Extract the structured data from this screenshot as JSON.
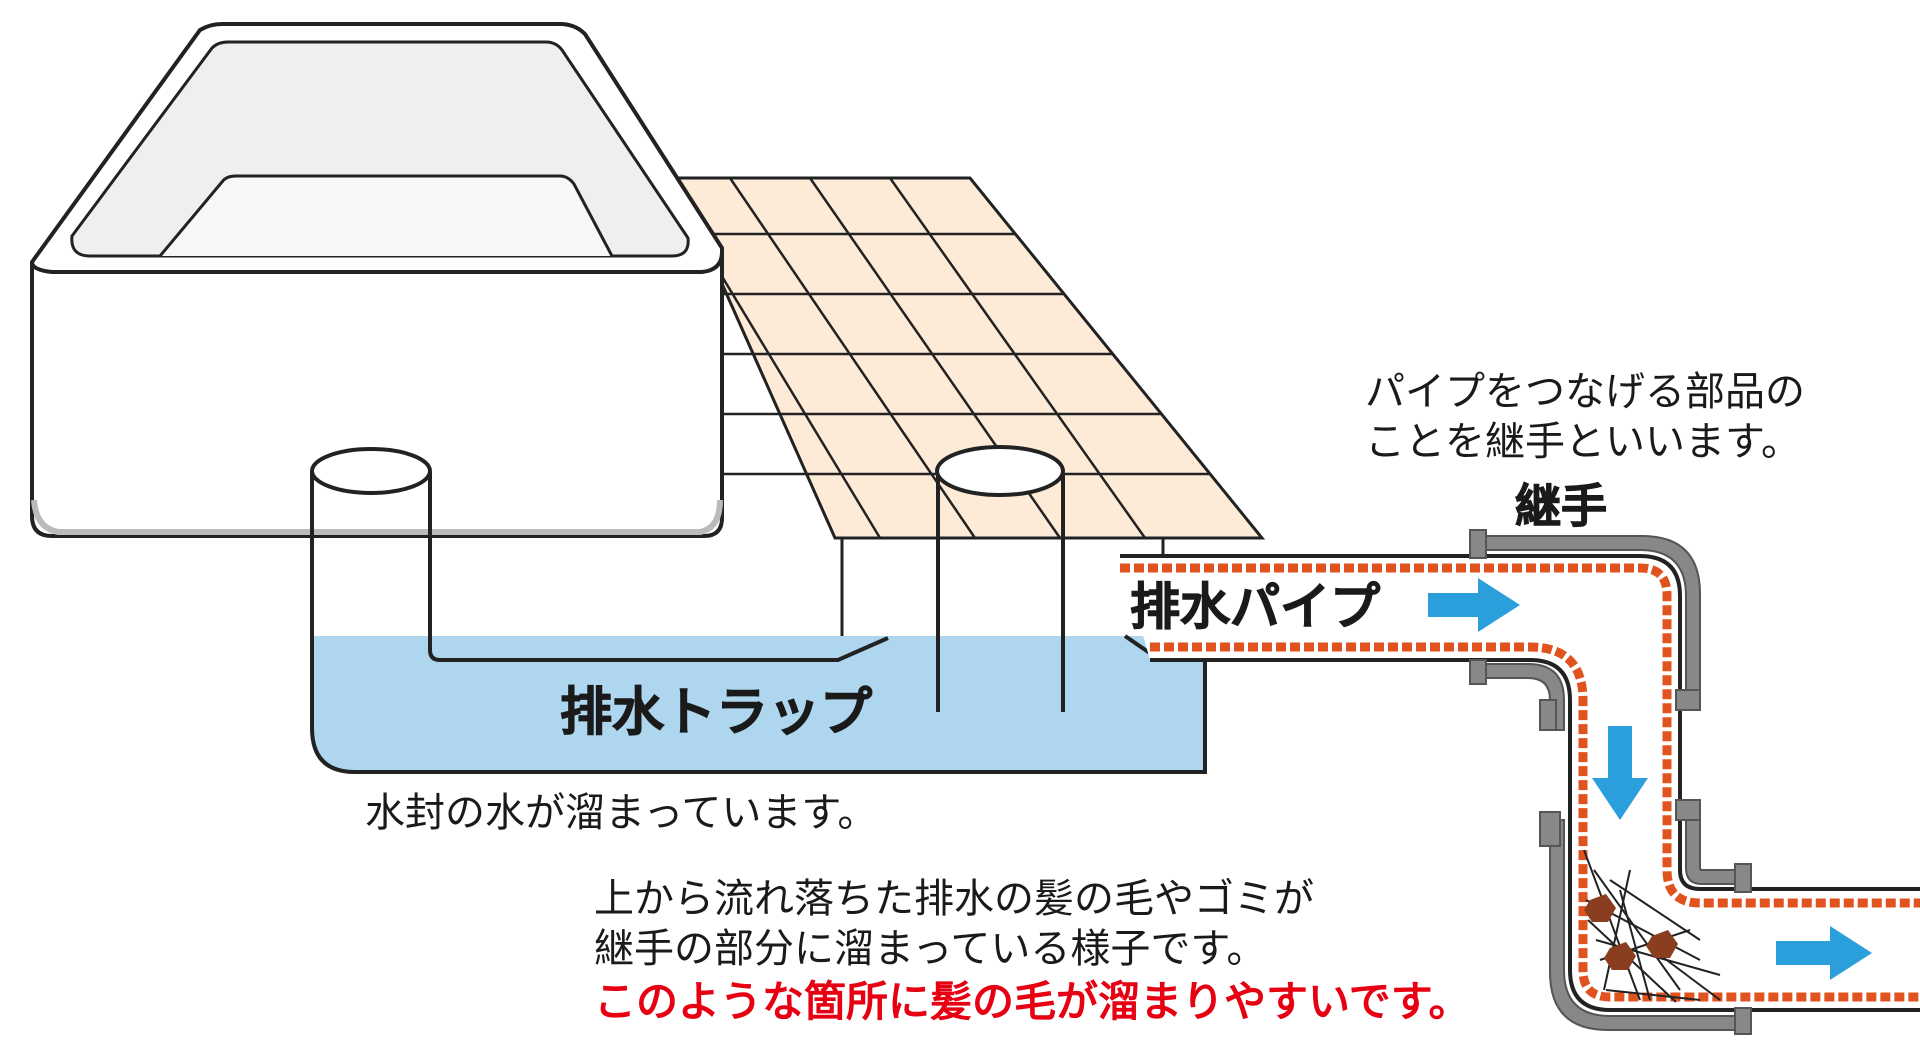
{
  "labels": {
    "trap": "排水トラップ",
    "pipe": "排水パイプ",
    "joint": "継手"
  },
  "notes": {
    "seal_water": "水封の水が溜まっています。",
    "joint_desc_line1": "パイプをつなげる部品の",
    "joint_desc_line2": "ことを継手といいます。",
    "clog_line1": "上から流れ落ちた排水の髪の毛やゴミが",
    "clog_line2": "継手の部分に溜まっている様子です。",
    "warning": "このような箇所に髪の毛が溜まりやすいです。"
  },
  "colors": {
    "water": "#aed6ef",
    "floor_tile": "#fdebd8",
    "pipe_lining": "#e0531f",
    "joint_gray": "#888888",
    "arrow_blue": "#2a9fdc",
    "warning_red": "#e60012",
    "debris_brown": "#8a3d1f"
  }
}
